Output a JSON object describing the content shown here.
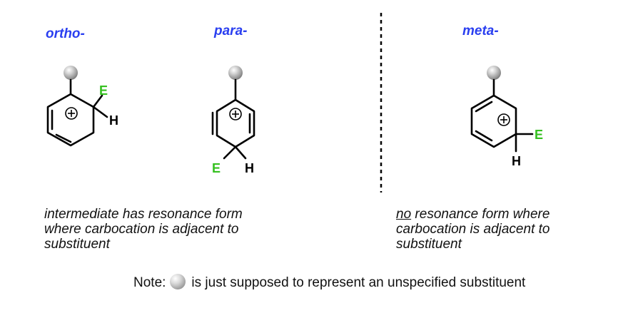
{
  "labels": {
    "ortho": "ortho-",
    "para": "para-",
    "meta": "meta-"
  },
  "atoms": {
    "electrophile": "E",
    "hydrogen": "H",
    "charge": "+"
  },
  "captions": {
    "left": [
      "intermediate has resonance form",
      "where carbocation is adjacent to",
      "substituent"
    ],
    "right_underlined": "no",
    "right_rest": " resonance form where",
    "right_lines": [
      "carbocation is adjacent to",
      "substituent"
    ]
  },
  "note": {
    "prefix": "Note:",
    "suffix": "is just supposed to represent an unspecified substituent"
  },
  "colors": {
    "label_blue": "#2a3ff0",
    "electrophile_green": "#35c020",
    "substituent_gray": "#9a9a9a"
  }
}
